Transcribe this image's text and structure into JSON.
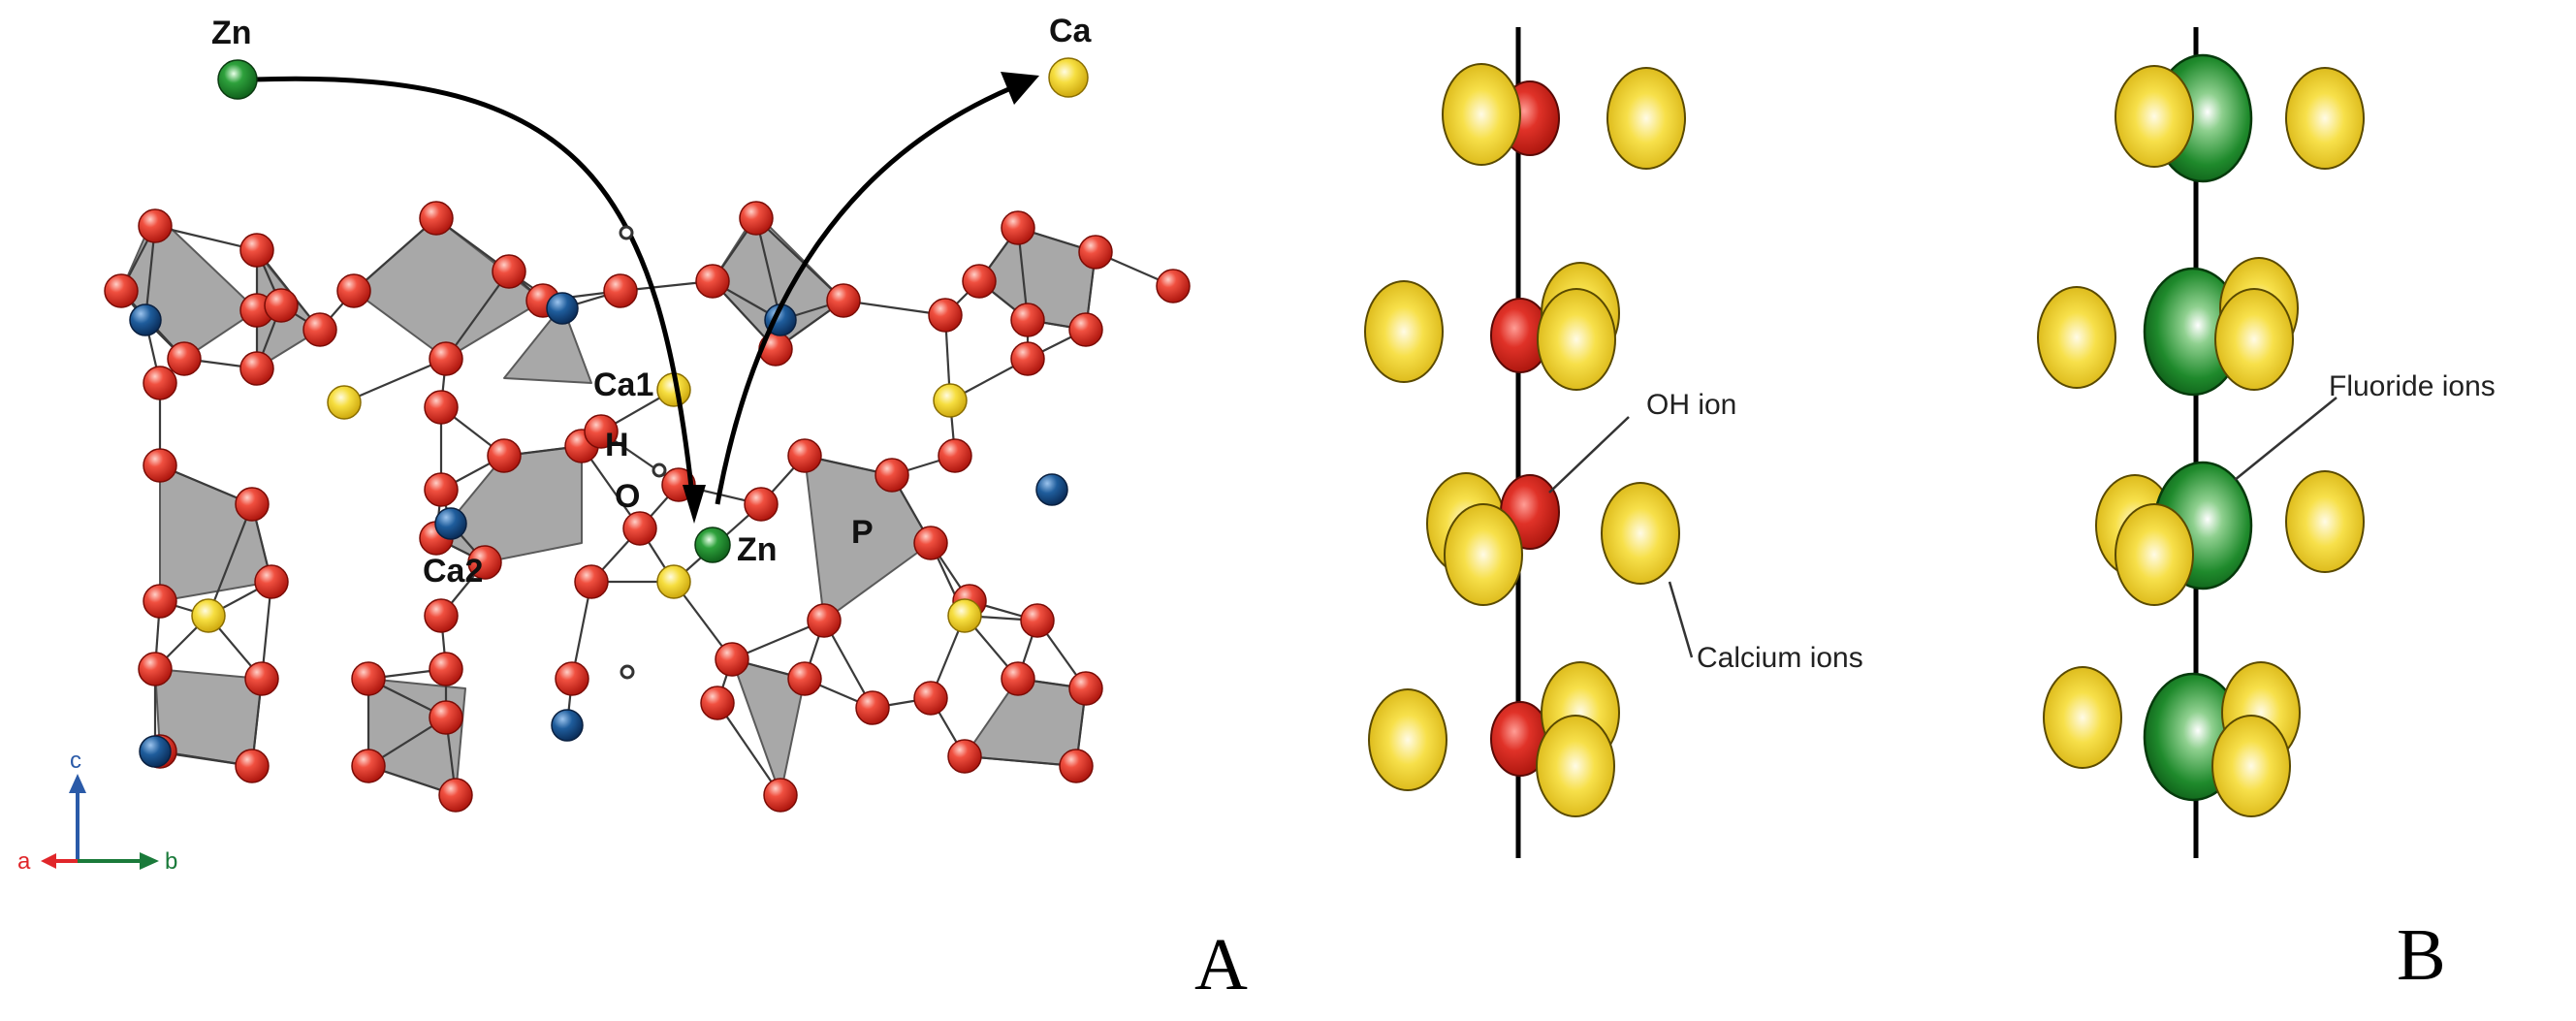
{
  "panel_a": {
    "letter": "A",
    "labels": {
      "zn_top": "Zn",
      "ca_top": "Ca",
      "ca1": "Ca1",
      "ca2": "Ca2",
      "h": "H",
      "o": "O",
      "zn_site": "Zn",
      "p": "P"
    },
    "axes": {
      "a": "a",
      "b": "b",
      "c": "c"
    }
  },
  "panel_b": {
    "letter": "B",
    "hydroxyapatite": {
      "oh_label": "OH ion",
      "calcium_label": "Calcium ions"
    },
    "fluorapatite": {
      "fluoride_label": "Fluoride ions"
    }
  },
  "colors": {
    "oxygen": "#e8362a",
    "calcium": "#f2d21c",
    "zinc": "#1f8a2c",
    "phosphorus_blue": "#1b4f8a",
    "polyhedra": "#a8a8a8",
    "fluoride": "#1a8a2a",
    "axis_a": "#e0262a",
    "axis_b": "#1a7a3a",
    "axis_c": "#2a5aa8"
  }
}
